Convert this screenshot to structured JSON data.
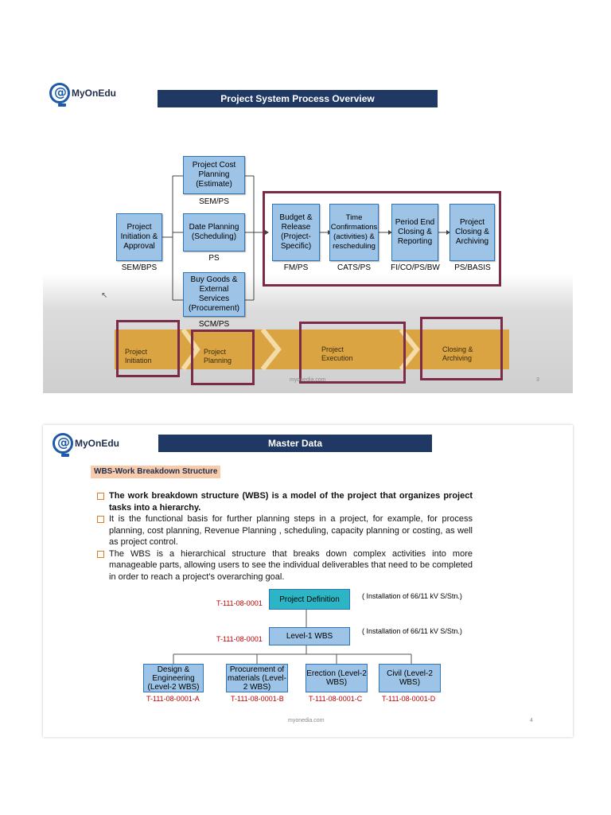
{
  "slide1": {
    "logo_text": "MyOnEdu",
    "title": "Project System Process Overview",
    "initiation": {
      "label": "Project Initiation & Approval",
      "module": "SEM/BPS"
    },
    "planning": [
      {
        "label": "Project Cost Planning (Estimate)",
        "module": "SEM/PS"
      },
      {
        "label": "Date Planning (Scheduling)",
        "module": "PS"
      },
      {
        "label": "Buy Goods & External Services (Procurement)",
        "module": "SCM/PS"
      }
    ],
    "execution": [
      {
        "label": "Budget & Release (Project-Specific)",
        "module": "FM/PS"
      },
      {
        "label": "Time Confirmations (activities) & rescheduling",
        "module": "CATS/PS"
      },
      {
        "label": "Period End Closing & Reporting",
        "module": "FI/CO/PS/BW"
      },
      {
        "label": "Project Closing & Archiving",
        "module": "PS/BASIS"
      }
    ],
    "phases": [
      "Project Initiation",
      "Project Planning",
      "Project Execution",
      "Closing & Archiving"
    ],
    "footer_url": "myonedia.com",
    "page_number": "3"
  },
  "slide2": {
    "logo_text": "MyOnEdu",
    "title": "Master Data",
    "section_heading": "WBS-Work Breakdown Structure",
    "bullets": [
      "The work breakdown structure (WBS) is a model of the project that organizes project tasks into a hierarchy.",
      "It is the functional basis for further planning steps in a project, for example, for process planning, cost planning, Revenue Planning , scheduling, capacity planning or costing, as well as project control.",
      "The WBS is a hierarchical structure that breaks down complex activities into more manageable parts, allowing users to see the individual deliverables that need to be completed in order to reach a project's overarching goal."
    ],
    "project_definition": {
      "label": "Project Definition",
      "code": "T-111-08-0001",
      "note": "( Installation of 66/11 kV S/Stn.)"
    },
    "level1": {
      "label": "Level-1 WBS",
      "code": "T-111-08-0001",
      "note": "( Installation of 66/11 kV S/Stn.)"
    },
    "level2": [
      {
        "label": "Design & Engineering (Level-2 WBS)",
        "code": "T-111-08-0001-A"
      },
      {
        "label": "Procurement of materials (Level-2 WBS)",
        "code": "T-111-08-0001-B"
      },
      {
        "label": "Erection (Level-2 WBS)",
        "code": "T-111-08-0001-C"
      },
      {
        "label": "Civil (Level-2 WBS)",
        "code": "T-111-08-0001-D"
      }
    ],
    "footer_url": "myonedia.com",
    "page_number": "4"
  },
  "colors": {
    "title_bar": "#1f3864",
    "box_fill": "#9dc3e6",
    "highlight": "#7b2a49",
    "code_red": "#c00000",
    "phase_band": "#d9a441"
  }
}
